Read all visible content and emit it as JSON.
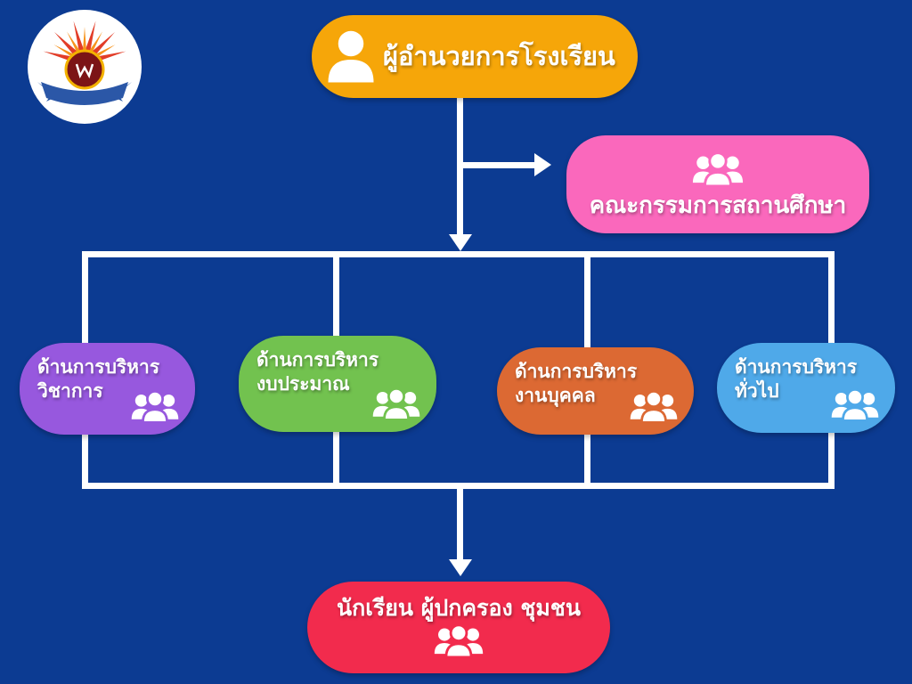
{
  "colors": {
    "background": "#0c3b92",
    "connector": "#ffffff",
    "director": "#f6a609",
    "board": "#fa68bc",
    "dept_academic": "#9758de",
    "dept_budget": "#72c24f",
    "dept_personnel": "#dc6933",
    "dept_general": "#4fa9e9",
    "community": "#f22b4d"
  },
  "logo": {
    "name": "school-logo"
  },
  "org_chart": {
    "director": {
      "label": "ผู้อำนวยการโรงเรียน",
      "icon": "person-icon"
    },
    "board": {
      "label": "คณะกรรมการสถานศึกษา",
      "icon": "people-group-icon"
    },
    "departments": [
      {
        "line1": "ด้านการบริหาร",
        "line2": "วิชาการ",
        "icon": "people-group-icon"
      },
      {
        "line1": "ด้านการบริหาร",
        "line2": "งบประมาณ",
        "icon": "people-group-icon"
      },
      {
        "line1": "ด้านการบริหาร",
        "line2": "งานบุคคล",
        "icon": "people-group-icon"
      },
      {
        "line1": "ด้านการบริหาร",
        "line2": "ทั่วไป",
        "icon": "people-group-icon"
      }
    ],
    "community": {
      "label": "นักเรียน ผู้ปกครอง ชุมชน",
      "icon": "people-group-icon"
    }
  }
}
